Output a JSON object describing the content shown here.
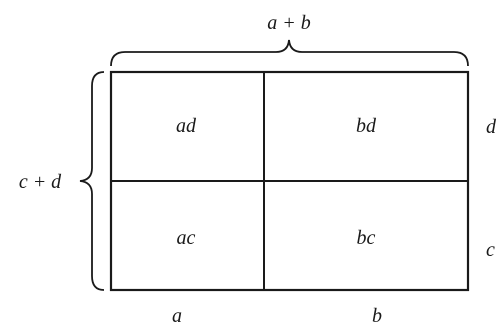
{
  "diagram": {
    "top_label": "a + b",
    "left_label": "c + d",
    "cells": {
      "top_left": "ad",
      "top_right": "bd",
      "bottom_left": "ac",
      "bottom_right": "bc"
    },
    "right_labels": {
      "top": "d",
      "bottom": "c"
    },
    "bottom_labels": {
      "left": "a",
      "right": "b"
    }
  }
}
